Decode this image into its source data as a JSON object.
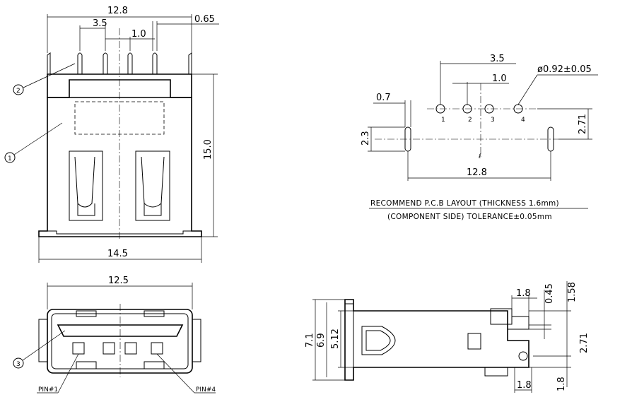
{
  "front_view": {
    "dim_width_top": "12.8",
    "dim_pin_pitch": "3.5",
    "dim_pin_small": "1.0",
    "dim_pin_thickness": "0.65",
    "dim_height": "15.0",
    "dim_width_bottom": "14.5",
    "callout_1": "1",
    "callout_2": "2"
  },
  "pcb_layout": {
    "dim_pitch": "3.5",
    "dim_small": "1.0",
    "dim_hole": "ø0.92±0.05",
    "dim_slot_width": "0.7",
    "dim_slot_height": "2.3",
    "dim_offset": "2.71",
    "dim_span": "12.8",
    "centerline_symbol": "ℓ",
    "pin_labels": [
      "1",
      "2",
      "3",
      "4"
    ],
    "note_line_1": "RECOMMEND P.C.B LAYOUT (THICKNESS 1.6mm)",
    "note_line_2": "(COMPONENT SIDE) TOLERANCE±0.05mm"
  },
  "end_view": {
    "dim_width": "12.5",
    "callout_3": "3",
    "pin_first": "PIN#1",
    "pin_last": "PIN#4"
  },
  "side_view": {
    "dim_total_height": "7.1",
    "dim_body_height": "6.9",
    "dim_opening": "5.12",
    "dim_tab_width": "1.8",
    "dim_045": "0.45",
    "dim_158": "1.58",
    "dim_271": "2.71",
    "dim_18_right": "1.8",
    "dim_18_bottom": "1.8"
  }
}
